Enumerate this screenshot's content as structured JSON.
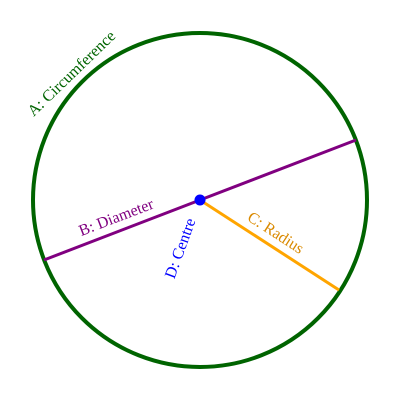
{
  "labels": {
    "circumference": "A: Circumference",
    "diameter": "B: Diameter",
    "radius": "C: Radius",
    "centre": "D: Centre"
  },
  "colors": {
    "circumference": "#006400",
    "diameter": "#800080",
    "radius": "#FFA500",
    "centre": "#0000FF",
    "background": "#FFFFFF"
  }
}
